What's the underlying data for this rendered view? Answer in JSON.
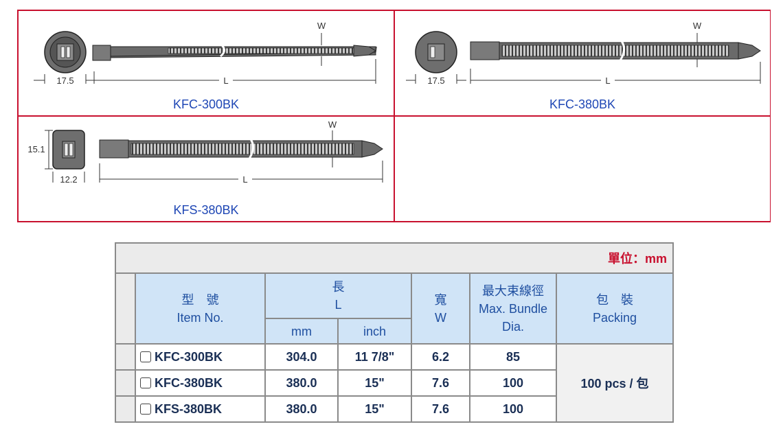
{
  "diagrams": [
    {
      "label": "KFC-300BK",
      "dia": "17.5",
      "w": "W",
      "l": "L"
    },
    {
      "label": "KFC-380BK",
      "dia": "17.5",
      "w": "W",
      "l": "L"
    },
    {
      "label": "KFS-380BK",
      "height": "15.1",
      "width": "12.2",
      "w": "W",
      "l": "L"
    }
  ],
  "table": {
    "unit": "單位：mm",
    "headers": {
      "item_zh": "型　號",
      "item_en": "Item No.",
      "length_zh": "長",
      "length_en": "L",
      "mm": "mm",
      "inch": "inch",
      "width_zh": "寬",
      "width_en": "W",
      "bundle_zh": "最大束線徑",
      "bundle_en1": "Max. Bundle",
      "bundle_en2": "Dia.",
      "packing_zh": "包　裝",
      "packing_en": "Packing"
    },
    "rows": [
      {
        "model": "KFC-300BK",
        "mm": "304.0",
        "inch": "11 7/8\"",
        "w": "6.2",
        "dia": "85"
      },
      {
        "model": "KFC-380BK",
        "mm": "380.0",
        "inch": "15\"",
        "w": "7.6",
        "dia": "100"
      },
      {
        "model": "KFS-380BK",
        "mm": "380.0",
        "inch": "15\"",
        "w": "7.6",
        "dia": "100"
      }
    ],
    "packing": "100 pcs / 包"
  },
  "colors": {
    "border_red": "#c8102e",
    "label_blue": "#1f47b5",
    "header_bg": "#d0e4f7",
    "unit_red": "#c8102e"
  }
}
